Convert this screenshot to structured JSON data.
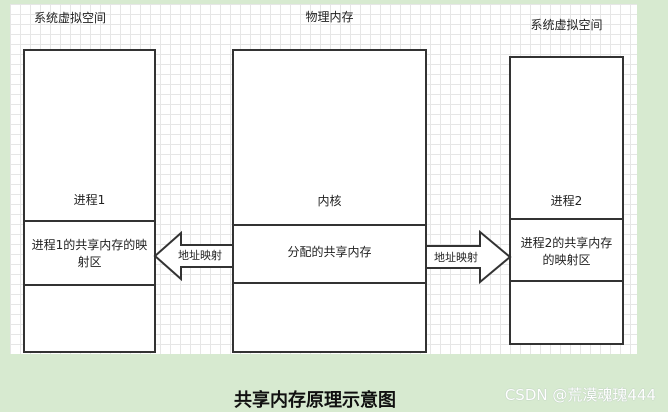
{
  "title_left": "系统虚拟空间",
  "title_center": "物理内存",
  "title_right": "系统虚拟空间",
  "left_box": {
    "top_label": "进程1",
    "shared_label": "进程1的共享内存的映射区"
  },
  "center_box": {
    "top_label": "内核",
    "shared_label": "分配的共享内存"
  },
  "right_box": {
    "top_label": "进程2",
    "shared_label": "进程2的共享内存的映射区"
  },
  "arrow_left_label": "地址映射",
  "arrow_right_label": "地址映射",
  "caption": "共享内存原理示意图",
  "watermark": "CSDN @荒漠魂瑰444"
}
